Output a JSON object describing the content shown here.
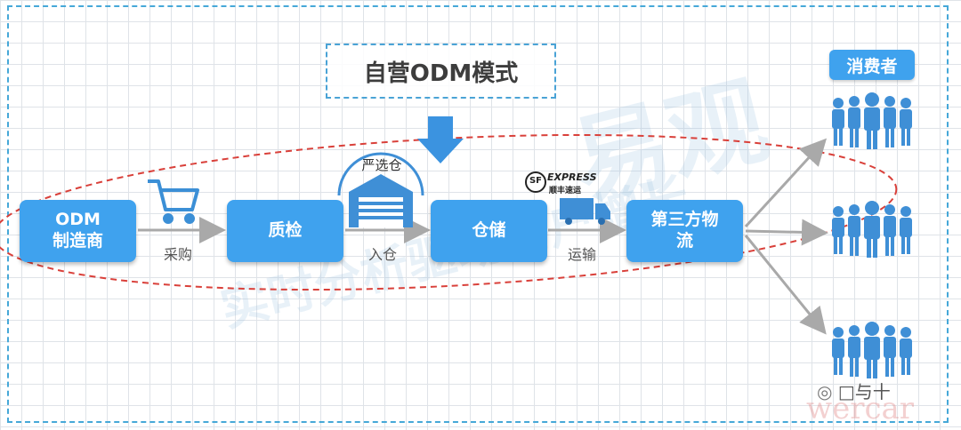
{
  "title": "自营ODM模式",
  "nodes": {
    "odm": "ODM\n制造商",
    "qc": "质检",
    "storage": "仓储",
    "logistics": "第三方物\n流"
  },
  "edges": {
    "purchase": "采购",
    "inbound": "入仓",
    "transport": "运输"
  },
  "warehouse_label": "严选仓",
  "consumers_label": "消费者",
  "sf_logo": {
    "mark": "SF",
    "word": "EXPRESS",
    "cn": "顺丰速运"
  },
  "watermarks": {
    "brand": "易观",
    "slogan": "实时分析驱动用户增长",
    "badge": "□与十",
    "corner": "wercar"
  },
  "colors": {
    "node": "#3fa2ee",
    "arrow": "#a9a9a9",
    "down_arrow": "#3b93e0",
    "ellipse": "#d9403a",
    "frame": "#46a8d8"
  }
}
